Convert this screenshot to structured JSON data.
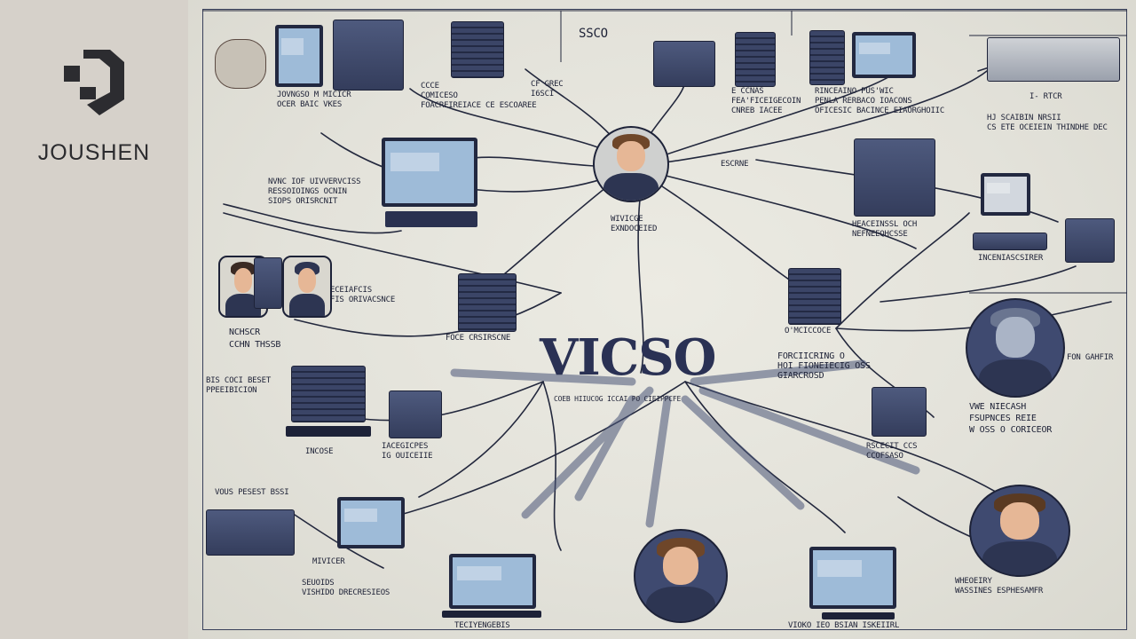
{
  "brand": {
    "name": "JOUSHEN"
  },
  "diagram": {
    "center_title": "VICSO",
    "top_title": "SSCO",
    "labels": [
      "JOVNGSO M MICICR\nOCER BAIC VKES",
      "CCCE\nCOMICESO\nFOACREIREIACE CE ESCOAREE",
      "CF GREC\nI6SCI",
      "E CCNAS\nFEA'FICEIGECOIN\nCNREB IACEE",
      "RINCEAINO PUS'WIC\nPENLA RERBACO IOACONS\nOFICESIC BACINCE EIAORGHOIIC",
      "I- RTCR",
      "HJ SCAIBIN NRSII\nCS ETE OCEIEIN THINDHE DEC",
      "NVNC IOF UIVVERVCISS\nRESSOIOINGS OCNIN\nSIOPS ORISRCNIT",
      "ESCRNE",
      "HEACEINSSL OCH\nNEFNEEQHCSSE",
      "WIVICGE\nEXNDOCEIED",
      "INCENIASCSIRER",
      "ECEIAFCIS\nFIS ORIVACSNCE",
      "NCHSCR\nCCHN THSSB",
      "FOCE CRSIRSCNE",
      "BIS COCI BESET\nPPEEIBICION",
      "O'MCICCOCE",
      "FORCIICRING O\nHOI FIONEIECIG OSS\nGIARCROSD",
      "FON GAHFIR",
      "COEB HIIUCOG ICCAI PO CIEIPPCFE",
      "VWE NIECASH\nFSUPNCES REIE\nW OSS O CORICEOR",
      "IACEGICPES\nIG OUICEIIE",
      "INCOSE",
      "RSCECIT CCS\nCCOFSASO",
      "VOUS PESEST BSSI",
      "MIVICER",
      "SEUOIDS\nVISHIDO DRECRESIEOS",
      "TECIYENGEBIS",
      "VIOKO IEO BSIAN ISKEIIRL",
      "WHEOEIRY\nWASSINES ESPHESAMFR"
    ]
  }
}
